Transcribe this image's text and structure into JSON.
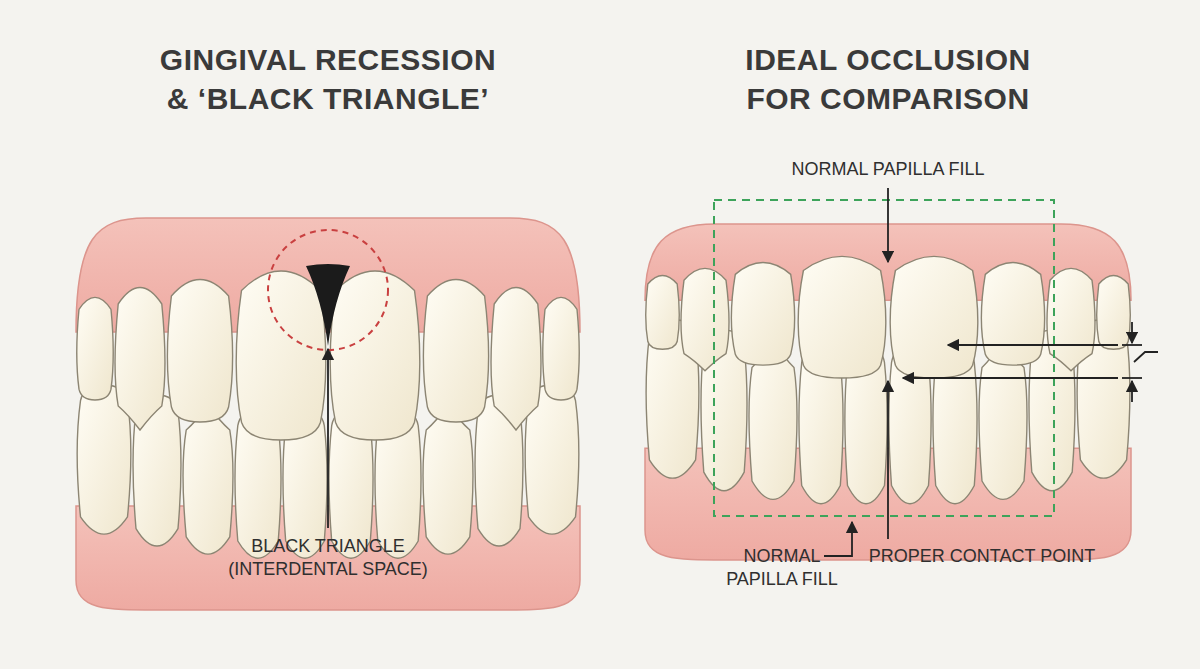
{
  "diagram": {
    "labels": [
      "GINGIVAL RECESSION & ‘BLACK TRIANGLE’",
      "IDEAL OCCLUSION FOR COMPARISON",
      "BLACK TRIANGLE (INTERDENTAL SPACE)",
      "NORMAL PAPILLA FILL",
      "NORMAL PAPILLA FILL",
      "PROPER CONTACT POINT"
    ]
  }
}
